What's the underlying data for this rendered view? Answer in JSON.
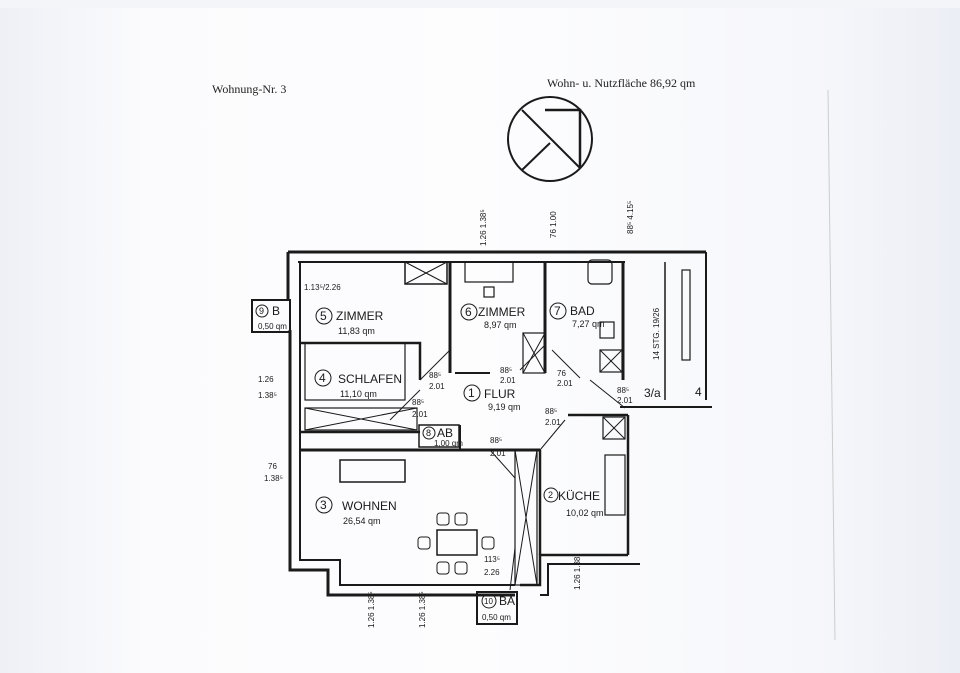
{
  "header": {
    "apartment_number": "Wohnung-Nr. 3",
    "total_area": "Wohn- u. Nutzfläche 86,92 qm"
  },
  "compass": {
    "icon": "north-arrow-icon"
  },
  "rooms": [
    {
      "num": "1",
      "name": "FLUR",
      "area": "9,19 qm"
    },
    {
      "num": "2",
      "name": "KÜCHE",
      "area": "10,02 qm"
    },
    {
      "num": "3",
      "name": "WOHNEN",
      "area": "26,54 qm"
    },
    {
      "num": "4",
      "name": "SCHLAFEN",
      "area": "11,10 qm"
    },
    {
      "num": "5",
      "name": "ZIMMER",
      "area": "11,83 qm"
    },
    {
      "num": "6",
      "name": "ZIMMER",
      "area": "8,97 qm"
    },
    {
      "num": "7",
      "name": "BAD",
      "area": "7,27 qm"
    },
    {
      "num": "8",
      "name": "AB",
      "area": "1,00 qm"
    },
    {
      "num": "9",
      "name": "B",
      "area": "0,50 qm"
    },
    {
      "num": "10",
      "name": "BA",
      "area": "0,50 qm"
    }
  ],
  "stairs": {
    "label": "14 STG. 19/26",
    "landing": "3/a",
    "next": "4"
  },
  "dimensions": {
    "d1": "1.13⁵/2.26",
    "d2a": "1.26",
    "d2b": "1.38⁵",
    "d3a": "76",
    "d3b": "1.38⁵",
    "d4a": "88⁵",
    "d4b": "2.01",
    "d5a": "88⁵",
    "d5b": "2.01",
    "d6a": "88⁵",
    "d6b": "2.01",
    "d7a": "76",
    "d7b": "2.01",
    "d8a": "88⁵",
    "d8b": "2.01",
    "d9a": "88⁵",
    "d9b": "2.01",
    "d10a": "88⁵",
    "d10b": "2.01",
    "d11a": "113⁵",
    "d11b": "2.26",
    "top1": "1.26 1.38⁵",
    "top2": "76 1.00",
    "top3": "88⁵ 4.15⁵",
    "bot1": "1.26 1.38⁵",
    "bot2": "1.26 1.38⁵",
    "bot3": "1.26 1.38"
  }
}
